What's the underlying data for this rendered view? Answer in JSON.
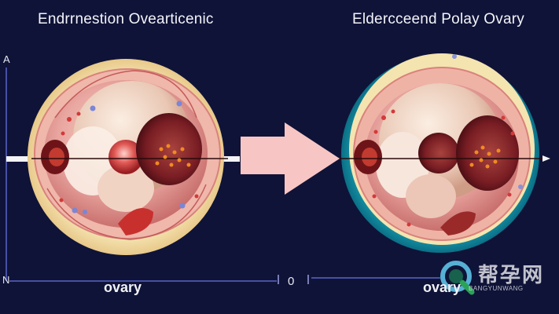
{
  "titles": {
    "left": "Endrrnestion Ovearticenic",
    "right": "Eldercceend Polay  Ovary"
  },
  "axis": {
    "top_letter": "A",
    "bottom_letter": "N"
  },
  "bottom": {
    "left_label": "ovary",
    "center_value": "0",
    "right_label": "ovary"
  },
  "watermark": {
    "logo": "帮孕网",
    "sub": "BANGYUNWANG"
  },
  "colors": {
    "background": "#0f1338",
    "arrow": "#f7c6c4",
    "teal_ring": "#1a9fb0",
    "cream_ring": "#f4e4b0",
    "tissue_pink": "#e9a6a0",
    "follicle_dark": "#7a1e24"
  }
}
